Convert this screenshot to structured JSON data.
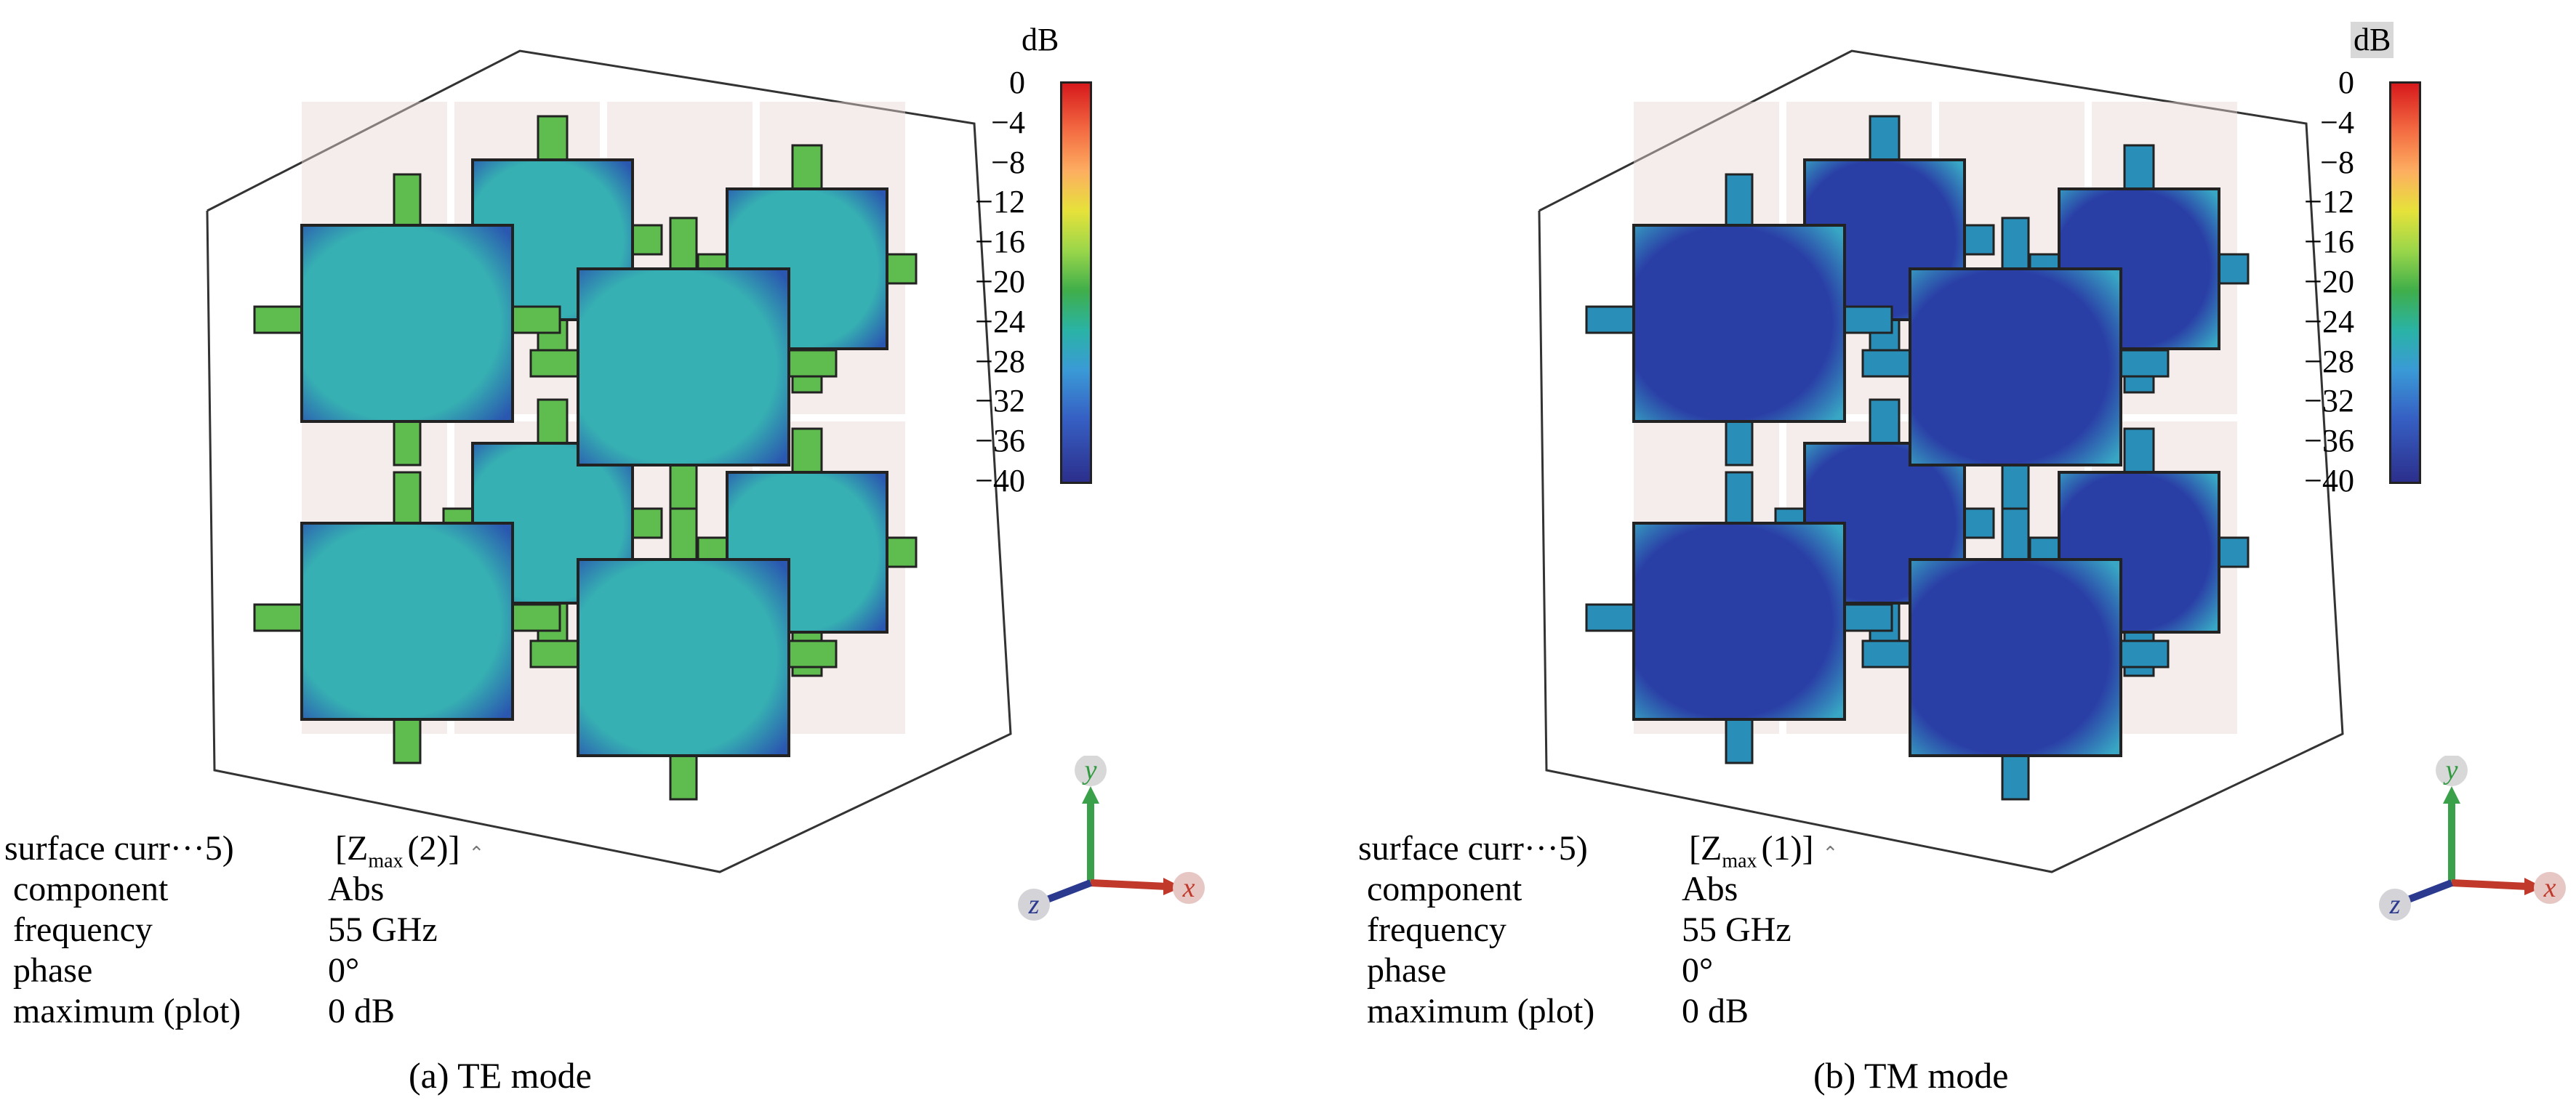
{
  "panels": [
    {
      "caption": "(a) TE mode",
      "legend": {
        "unit": "dB",
        "ticks": [
          "0",
          "−4",
          "−8",
          "−12",
          "−16",
          "−20",
          "−24",
          "−28",
          "−32",
          "−36",
          "−40"
        ]
      },
      "info": {
        "title_label": "surface curr···5)",
        "title_value_prefix": "[Z",
        "title_value_sub": "max",
        "title_value_suffix": "(2)]",
        "rows": [
          {
            "label": "component",
            "value": "Abs"
          },
          {
            "label": "frequency",
            "value": "55 GHz"
          },
          {
            "label": "phase",
            "value": "0°"
          },
          {
            "label": "maximum (plot)",
            "value": "0 dB"
          }
        ]
      },
      "axes": {
        "x": "x",
        "y": "y",
        "z": "z"
      },
      "field_level": "mid",
      "colors": {
        "face": "#36b0b2",
        "edge": "#2a58b0",
        "stub": "#5fbd4f"
      }
    },
    {
      "caption": "(b) TM mode",
      "legend": {
        "unit": "dB",
        "ticks": [
          "0",
          "−4",
          "−8",
          "−12",
          "−16",
          "−20",
          "−24",
          "−28",
          "−32",
          "−36",
          "−40"
        ]
      },
      "info": {
        "title_label": "surface curr···5)",
        "title_value_prefix": "[Z",
        "title_value_sub": "max",
        "title_value_suffix": "(1)]",
        "rows": [
          {
            "label": "component",
            "value": "Abs"
          },
          {
            "label": "frequency",
            "value": "55 GHz"
          },
          {
            "label": "phase",
            "value": "0°"
          },
          {
            "label": "maximum (plot)",
            "value": "0 dB"
          }
        ]
      },
      "axes": {
        "x": "x",
        "y": "y",
        "z": "z"
      },
      "field_level": "low",
      "colors": {
        "face": "#2a3fa6",
        "edge": "#38a6c4",
        "stub": "#2a8fb8"
      }
    }
  ]
}
